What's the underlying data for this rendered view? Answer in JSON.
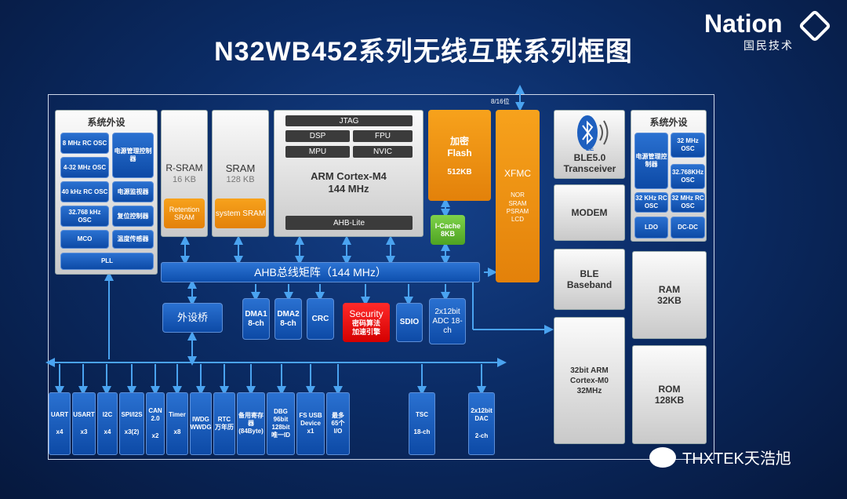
{
  "title": "N32WB452系列无线互联系列框图",
  "logo": {
    "name": "Nation",
    "subtitle": "国民技术"
  },
  "watermark": "THXTEK天浩旭",
  "left_periph": {
    "title": "系统外设",
    "osc": [
      "8 MHz RC OSC",
      "4-32 MHz OSC",
      "40 kHz RC OSC",
      "32.768 kHz OSC",
      "MCO"
    ],
    "right": [
      "电源管理控制器",
      "电源监视器",
      "复位控制器",
      "温度传感器"
    ],
    "pll": "PLL"
  },
  "rsram": {
    "name": "R-SRAM",
    "size": "16 KB",
    "sub": "Retention SRAM"
  },
  "sram": {
    "name": "SRAM",
    "size": "128 KB",
    "sub": "system SRAM"
  },
  "cpu": {
    "jtag": "JTAG",
    "dsp": "DSP",
    "fpu": "FPU",
    "mpu": "MPU",
    "nvic": "NVIC",
    "name": "ARM Cortex-M4",
    "freq": "144 MHz",
    "bus": "AHB-Lite"
  },
  "flash": {
    "name": "加密 Flash",
    "size": "512KB"
  },
  "icache": {
    "name": "I-Cache",
    "size": "8KB"
  },
  "xfmc": {
    "name": "XFMC",
    "types": "NOR SRAM PSRAM LCD",
    "width": "8/16位"
  },
  "ble": {
    "transceiver": "BLE5.0 Transceiver",
    "modem": "MODEM",
    "baseband": "BLE Baseband",
    "m0": "32bit ARM Cortex-M0 32MHz",
    "icon": "bluetooth-icon",
    "le": "LE"
  },
  "right_periph": {
    "title": "系统外设",
    "items": [
      "32 MHz OSC",
      "32.768KHz OSC",
      "32 KHz RC OSC",
      "32 MHz RC OSC",
      "LDO",
      "DC-DC"
    ],
    "pmu": "电源管理控制器"
  },
  "ram": {
    "name": "RAM",
    "size": "32KB"
  },
  "rom": {
    "name": "ROM",
    "size": "128KB"
  },
  "ahb": "AHB总线矩阵（144 MHz）",
  "bridge": "外设桥",
  "dma1": "DMA1 8-ch",
  "dma2": "DMA2 8-ch",
  "crc": "CRC",
  "security": {
    "name": "Security",
    "sub": "密码算法 加速引擎"
  },
  "sdio": "SDIO",
  "adc": "2x12bit ADC 18-ch",
  "periphs": [
    {
      "name": "UART",
      "count": "x4"
    },
    {
      "name": "USART",
      "count": "x3"
    },
    {
      "name": "I2C",
      "count": "x4"
    },
    {
      "name": "SPI/I2S",
      "count": "x3(2)"
    },
    {
      "name": "CAN 2.0",
      "count": "x2"
    },
    {
      "name": "Timer",
      "count": "x8"
    },
    {
      "name": "IWDG",
      "count": "WWDG"
    },
    {
      "name": "RTC 万年历",
      "count": ""
    },
    {
      "name": "备用寄存器 (84Byte)",
      "count": ""
    },
    {
      "name": "DBG",
      "count": "96bit 128bit 唯一ID"
    },
    {
      "name": "FS USB Device",
      "count": "x1"
    },
    {
      "name": "最多 65个 I/O",
      "count": ""
    },
    {
      "name": "TSC",
      "count": "18-ch"
    },
    {
      "name": "2x12bit DAC",
      "count": "2-ch"
    }
  ]
}
